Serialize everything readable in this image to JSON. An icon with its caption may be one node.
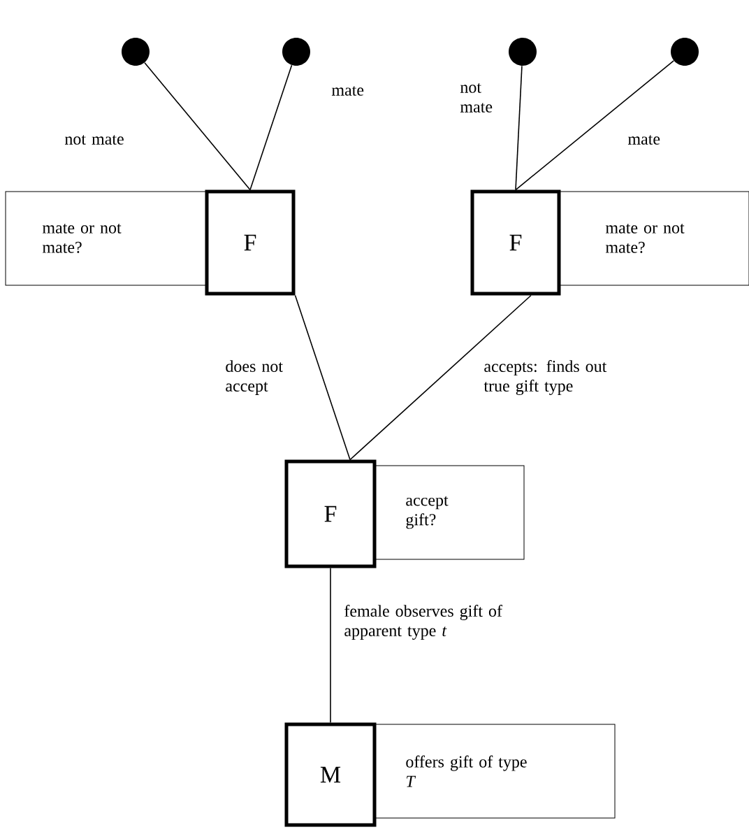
{
  "diagram": {
    "nodes": [
      {
        "text": [],
        "shape": "circle"
      },
      {
        "text": [],
        "shape": "circle"
      },
      {
        "text": [],
        "shape": "circle"
      },
      {
        "text": [],
        "shape": "circle"
      },
      {
        "text": [
          "F"
        ]
      },
      {
        "text": [
          "mate or not mate?"
        ]
      },
      {
        "text": [
          "F"
        ]
      },
      {
        "text": [
          "mate or not mate?"
        ]
      },
      {
        "text": [
          "F"
        ]
      },
      {
        "text": [
          "accept gift?"
        ]
      },
      {
        "text": [
          "M"
        ]
      },
      {
        "text": [
          "offers gift of type *T*"
        ]
      }
    ],
    "edges": [
      {
        "from": 4,
        "to": 0,
        "arrow": "none",
        "label": "not mate"
      },
      {
        "from": 4,
        "to": 1,
        "arrow": "none",
        "label": "mate"
      },
      {
        "from": 6,
        "to": 2,
        "arrow": "none",
        "label": "not mate"
      },
      {
        "from": 6,
        "to": 3,
        "arrow": "none",
        "label": "mate"
      },
      {
        "from": 8,
        "to": 4,
        "arrow": "none",
        "label": "does not accept"
      },
      {
        "from": 8,
        "to": 6,
        "arrow": "none",
        "label": "accepts: finds out true gift type"
      },
      {
        "from": 10,
        "to": 8,
        "arrow": "none",
        "label": "female observes gift of apparent type *t*"
      }
    ]
  }
}
